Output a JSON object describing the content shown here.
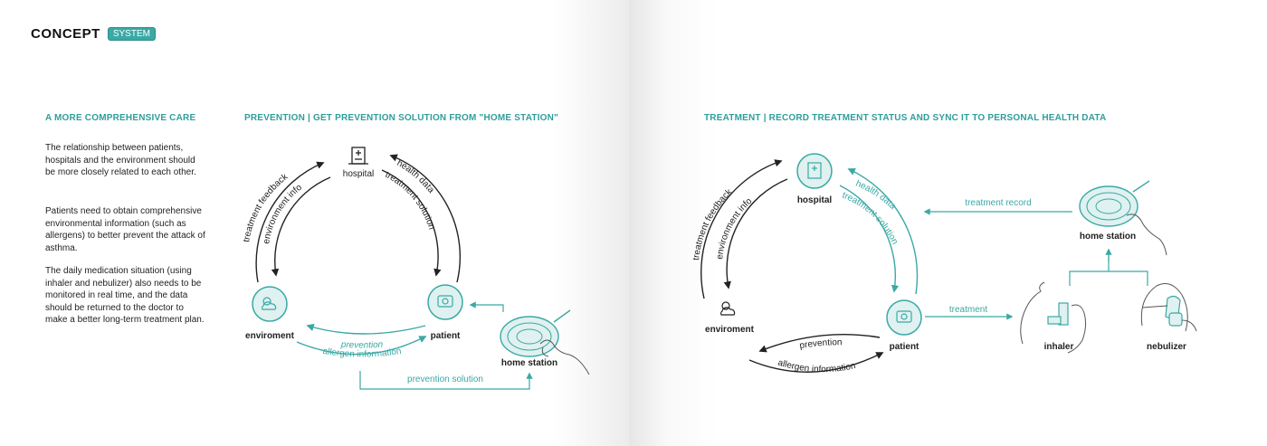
{
  "header": {
    "title": "CONCEPT",
    "badge": "SYSTEM"
  },
  "left": {
    "section_title": "A MORE COMPREHENSIVE CARE",
    "paragraphs": [
      "The relationship between patients, hospitals and the environment should be more closely related to each other.",
      "Patients need to obtain comprehensive environmental information (such as allergens) to better prevent the attack of asthma.",
      "The daily medication situation (using inhaler and nebulizer) also needs to be monitored in real time, and the data should be returned to the doctor to make a better long-term treatment plan."
    ]
  },
  "prevention": {
    "title": "PREVENTION | GET PREVENTION SOLUTION FROM \"HOME STATION\"",
    "nodes": {
      "hospital": "hospital",
      "environment": "enviroment",
      "patient": "patient",
      "home_station": "home station"
    },
    "edges": {
      "treatment_feedback": "treatment feedback",
      "environment_info": "environment info",
      "health_data": "health data",
      "treatment_solution": "treatment solution",
      "prevention": "prevention",
      "allergen_information": "allergen information",
      "prevention_solution": "prevention solution"
    }
  },
  "treatment": {
    "title": "TREATMENT | RECORD TREATMENT STATUS AND SYNC IT TO PERSONAL HEALTH DATA",
    "nodes": {
      "hospital": "hospital",
      "environment": "enviroment",
      "patient": "patient",
      "home_station": "home station",
      "inhaler": "inhaler",
      "nebulizer": "nebulizer"
    },
    "edges": {
      "treatment_feedback": "treatment feedback",
      "environment_info": "environment info",
      "health_data": "health data",
      "treatment_solution": "treatment solution",
      "prevention": "prevention",
      "allergen_information": "allergen information",
      "treatment_record": "treatment record",
      "treatment": "treatment"
    }
  },
  "colors": {
    "teal": "#3aa9a5",
    "teal_light": "#dff1f0",
    "dark": "#222222"
  }
}
